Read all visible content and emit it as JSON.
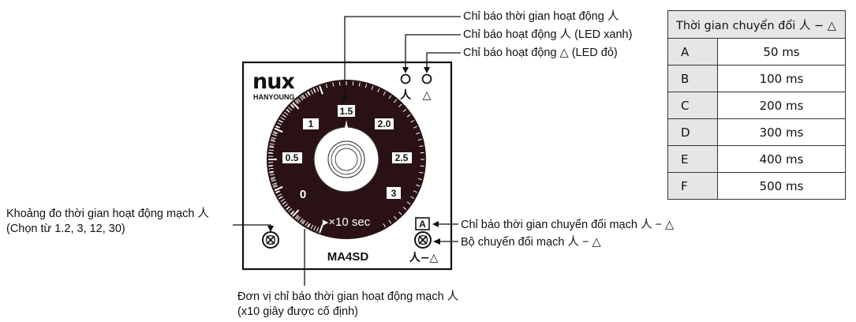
{
  "device": {
    "brand": "nux",
    "brand_sub": "HANYOUNG",
    "model": "MA4SD",
    "dial_numbers": [
      "0",
      "0.5",
      "1",
      "1.5",
      "2.0",
      "2.5",
      "3"
    ],
    "unit_text": "▸×10 sec",
    "switch_letter": "A",
    "led_symbols": [
      "人",
      "△"
    ],
    "switch_symbol": "人−△"
  },
  "callouts": {
    "op_time_indicator": "Chỉ báo thời gian hoạt động 人",
    "op_indicator_green": "Chỉ báo hoạt động 人 (LED xanh)",
    "op_indicator_red": "Chỉ báo hoạt động △ (LED đỏ)",
    "range_line1": "Khoảng đo thời gian hoạt động mạch 人",
    "range_line2": "(Chọn từ 1.2, 3, 12, 30)",
    "switch_time_indicator": "Chỉ báo thời gian chuyển đổi mạch 人 − △",
    "switch_selector": "Bộ chuyển đổi mạch 人 − △",
    "unit_line1": "Đơn vị chỉ báo thời gian hoạt động mạch 人",
    "unit_line2": "(x10 giây được cố định)"
  },
  "table": {
    "header": "Thời gian chuyển đổi 人 − △",
    "rows": [
      {
        "key": "A",
        "value": "50 ms"
      },
      {
        "key": "B",
        "value": "100 ms"
      },
      {
        "key": "C",
        "value": "200 ms"
      },
      {
        "key": "D",
        "value": "300 ms"
      },
      {
        "key": "E",
        "value": "400 ms"
      },
      {
        "key": "F",
        "value": "500 ms"
      }
    ]
  }
}
